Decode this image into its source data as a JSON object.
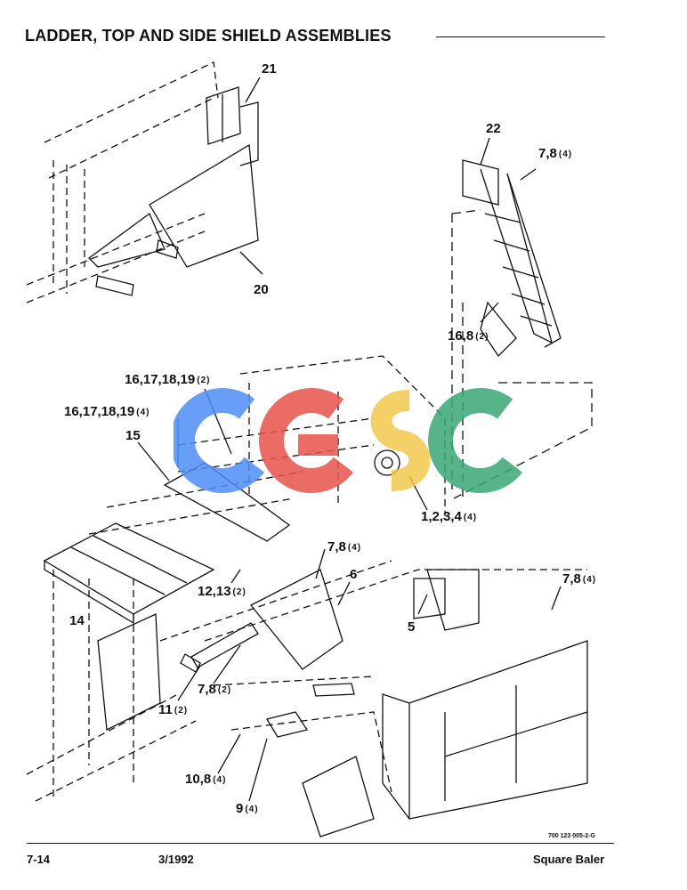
{
  "header": {
    "title": "LADDER, TOP AND SIDE SHIELD ASSEMBLIES"
  },
  "callouts": [
    {
      "name": "callout-21",
      "text": "21",
      "qty": ""
    },
    {
      "name": "callout-20",
      "text": "20",
      "qty": ""
    },
    {
      "name": "callout-22",
      "text": "22",
      "qty": ""
    },
    {
      "name": "callout-7-8-ladder",
      "text": "7,8",
      "qty": "(4)"
    },
    {
      "name": "callout-16-8",
      "text": "16,8",
      "qty": "(2)"
    },
    {
      "name": "callout-16-17-18-19-a",
      "text": "16,17,18,19",
      "qty": "(2)"
    },
    {
      "name": "callout-16-17-18-19-b",
      "text": "16,17,18,19",
      "qty": "(4)"
    },
    {
      "name": "callout-15",
      "text": "15",
      "qty": ""
    },
    {
      "name": "callout-1-2-3-4",
      "text": "1,2,3,4",
      "qty": "(4)"
    },
    {
      "name": "callout-7-8-shield",
      "text": "7,8",
      "qty": "(4)"
    },
    {
      "name": "callout-6",
      "text": "6",
      "qty": ""
    },
    {
      "name": "callout-12-13",
      "text": "12,13",
      "qty": "(2)"
    },
    {
      "name": "callout-14",
      "text": "14",
      "qty": ""
    },
    {
      "name": "callout-5",
      "text": "5",
      "qty": ""
    },
    {
      "name": "callout-7-8-right",
      "text": "7,8",
      "qty": "(4)"
    },
    {
      "name": "callout-7-8-lower",
      "text": "7,8",
      "qty": "(2)"
    },
    {
      "name": "callout-11",
      "text": "11",
      "qty": "(2)"
    },
    {
      "name": "callout-10-8",
      "text": "10,8",
      "qty": "(4)"
    },
    {
      "name": "callout-9",
      "text": "9",
      "qty": "(4)"
    }
  ],
  "watermark": {
    "letters": [
      "C",
      "G",
      "S",
      "C"
    ],
    "colors": [
      "#4f8ef7",
      "#e8534a",
      "#f2c94c",
      "#3aa876"
    ]
  },
  "footer": {
    "drawing_code": "700 123 005-2-G",
    "page": "7-14",
    "date": "3/1992",
    "product": "Square Baler"
  }
}
